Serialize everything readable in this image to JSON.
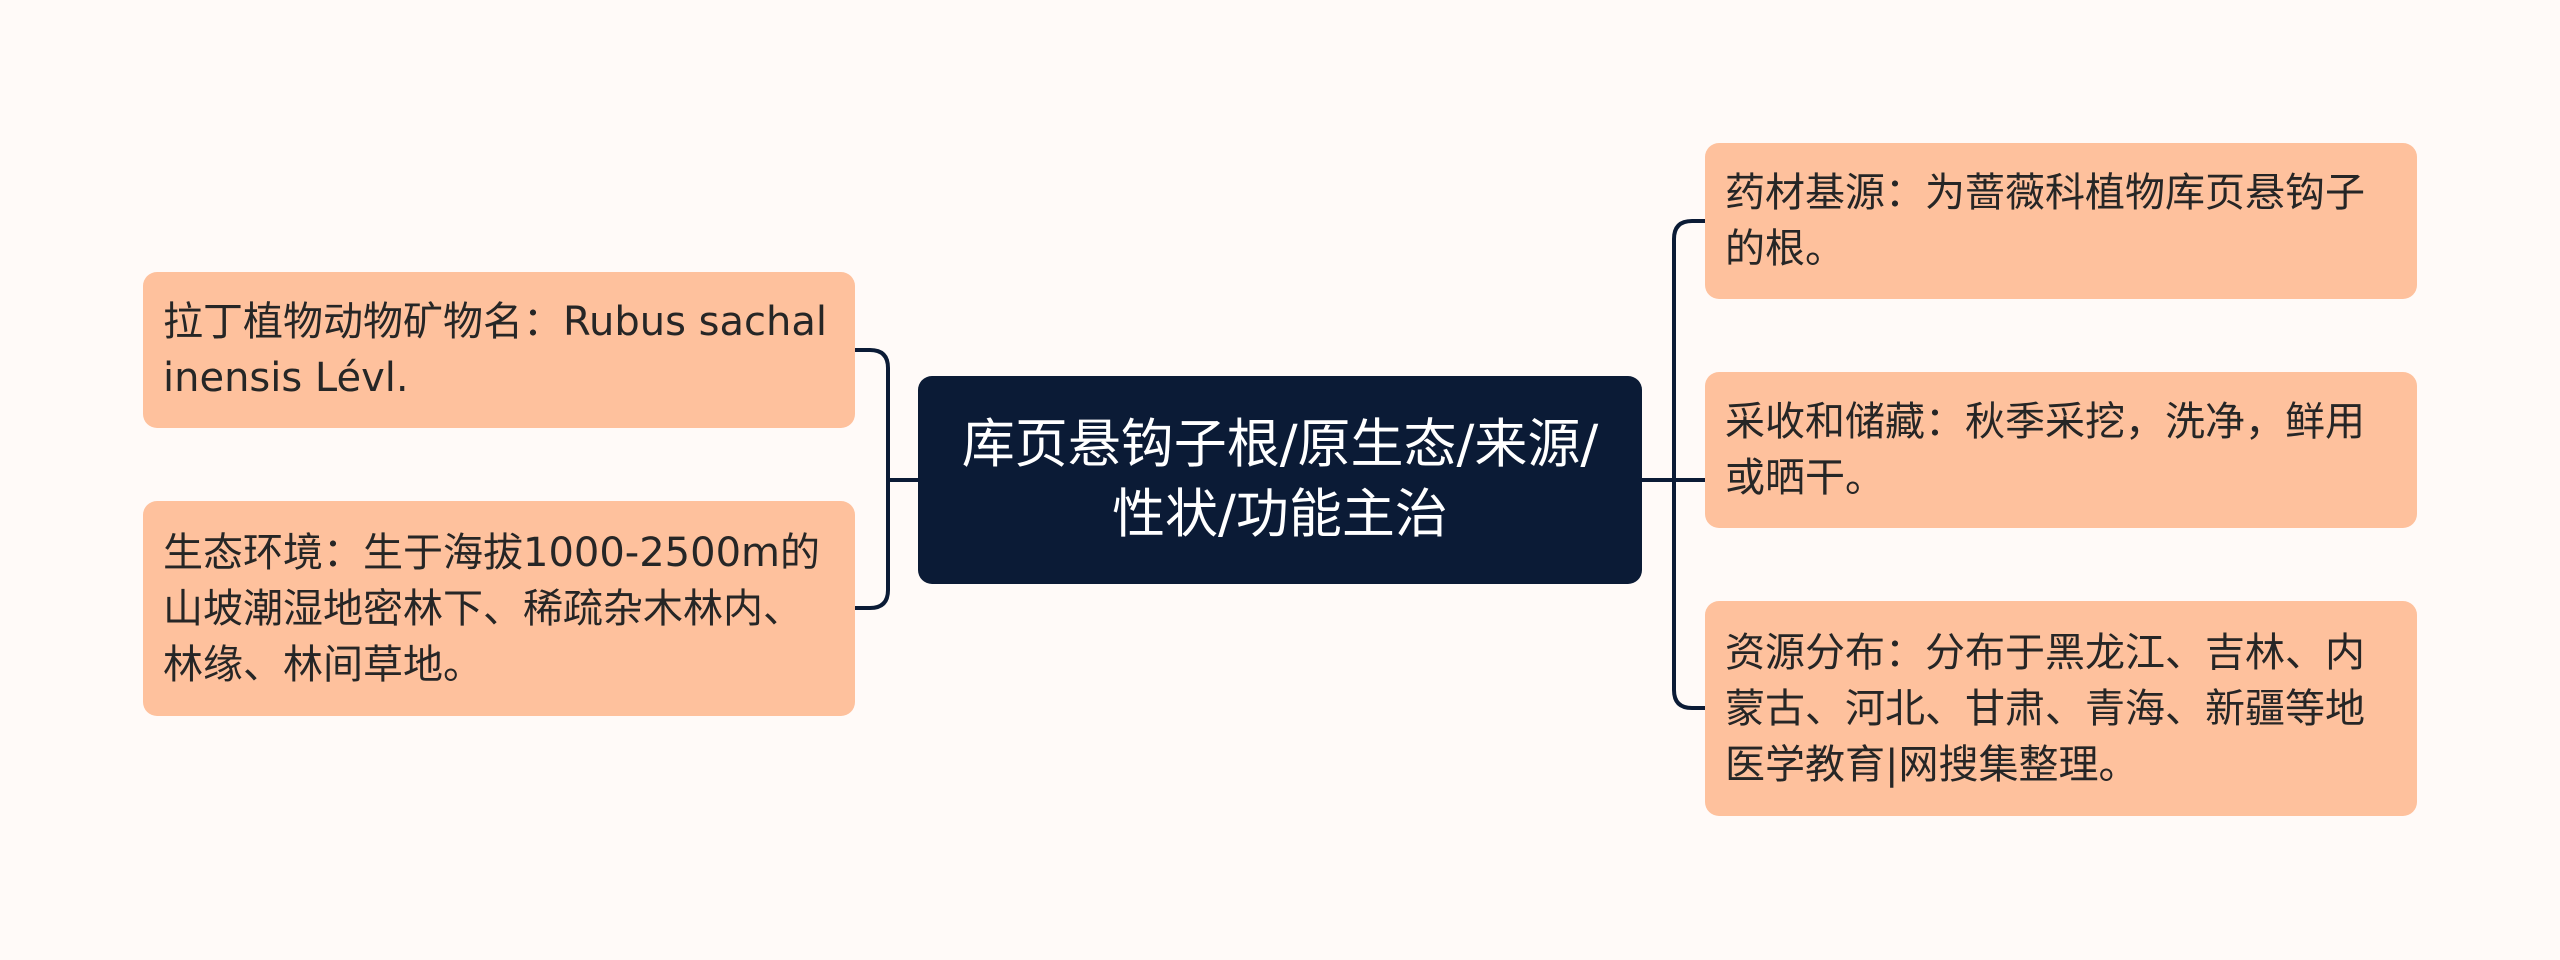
{
  "mindmap": {
    "central": {
      "text": "库页悬钩子根/原生态/来源/性状/功能主治"
    },
    "left": [
      {
        "text": "拉丁植物动物矿物名：Rubus sachalinensis Lévl."
      },
      {
        "text": "生态环境：生于海拔1000-2500m的山坡潮湿地密林下、稀疏杂木林内、林缘、林间草地。"
      }
    ],
    "right": [
      {
        "text": "药材基源：为蔷薇科植物库页悬钩子的根。"
      },
      {
        "text": "采收和储藏：秋季采挖，洗净，鲜用或晒干。"
      },
      {
        "text": "资源分布：分布于黑龙江、吉林、内蒙古、河北、甘肃、青海、新疆等地医学教育|网搜集整理。"
      }
    ]
  },
  "colors": {
    "background": "#fffaf8",
    "central_fill": "#0b1b36",
    "central_text": "#ffffff",
    "leaf_fill": "#fec19d",
    "leaf_text": "#262626",
    "connector": "#0b1b36"
  }
}
